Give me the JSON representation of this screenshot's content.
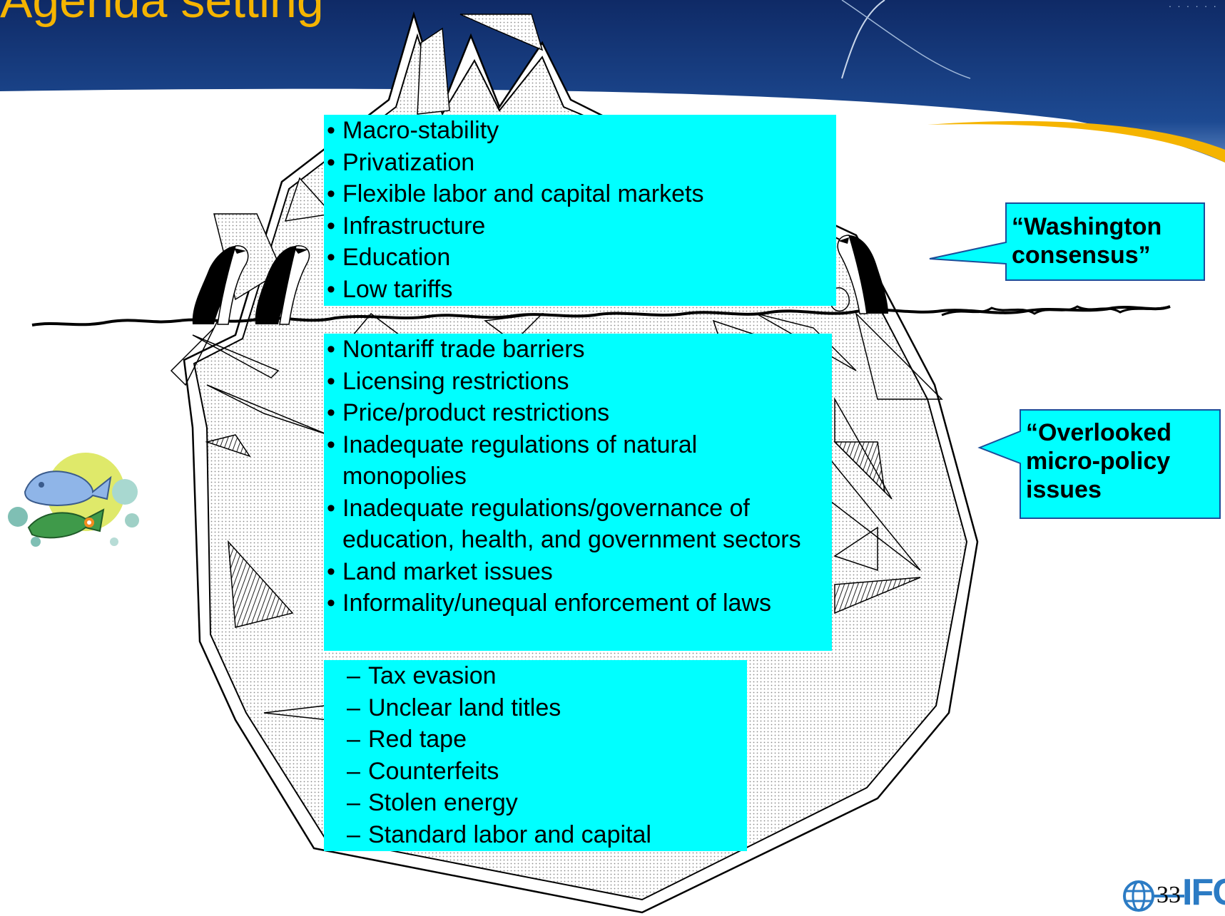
{
  "slide": {
    "title": "Agenda setting",
    "page_number": "33",
    "logo_text": "IFC",
    "header_tagline": "· · · · · ·"
  },
  "colors": {
    "header_bg": "#14306e",
    "title": "#f5b400",
    "box_fill": "#00ffff",
    "callout_fill": "#00ffff",
    "accent_swoosh": "#f5b400"
  },
  "above_water": {
    "items": [
      "Macro-stability",
      "Privatization",
      "Flexible labor and capital markets",
      "Infrastructure",
      "Education",
      "Low tariffs"
    ]
  },
  "below_water": {
    "items": [
      "Nontariff trade barriers",
      "Licensing restrictions",
      "Price/product restrictions",
      "Inadequate regulations of natural monopolies",
      "Inadequate regulations/governance of education, health, and government sectors",
      "Land market issues",
      "Informality/unequal enforcement of laws"
    ],
    "sub_items": [
      "Tax evasion",
      "Unclear land titles",
      "Red tape",
      "Counterfeits",
      "Stolen energy",
      "Standard labor and capital"
    ]
  },
  "callouts": {
    "washington": "“Washington consensus”",
    "overlooked": "“Overlooked micro-policy issues"
  },
  "icons": {
    "penguins": "penguin-icon",
    "fish": "fish-icon",
    "logo": "globe-icon"
  }
}
